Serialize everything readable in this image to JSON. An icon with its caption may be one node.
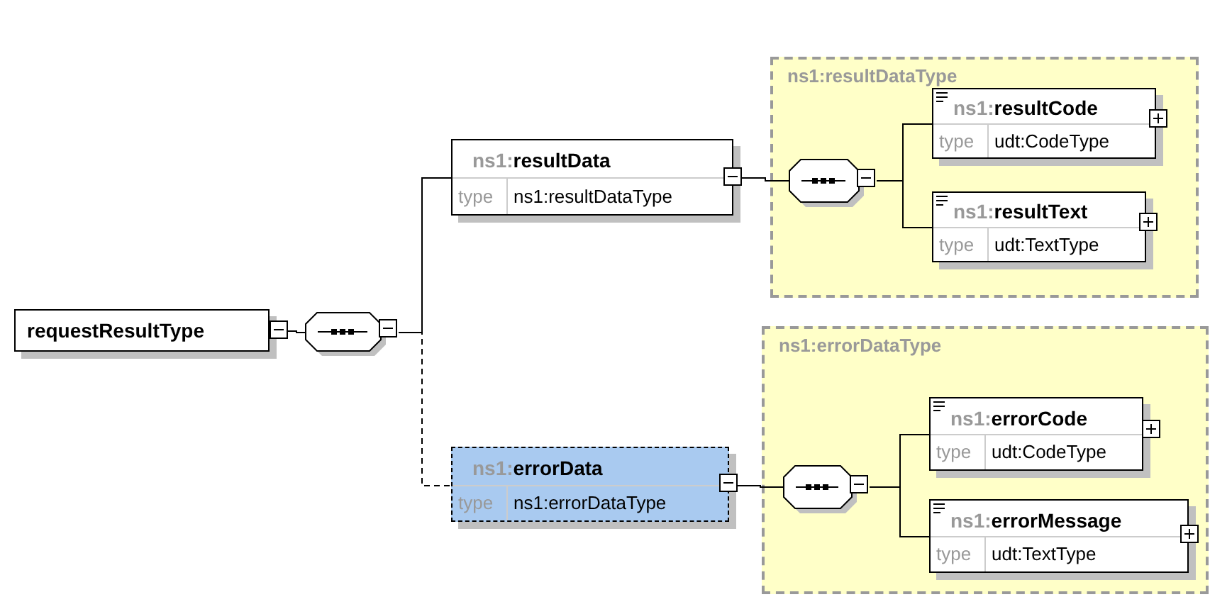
{
  "diagram": {
    "nodes": [
      {
        "text": [
          "requestResultType"
        ]
      },
      {
        "text": [],
        "shape": "octagon"
      },
      {
        "text": [
          "ns1:resultData",
          "type",
          "ns1:resultDataType"
        ]
      },
      {
        "text": [
          "ns1:resultDataType"
        ]
      },
      {
        "text": [],
        "shape": "octagon",
        "in": 3
      },
      {
        "text": [
          "ns1:resultCode",
          "type",
          "udt:CodeType"
        ],
        "in": 3
      },
      {
        "text": [
          "ns1:resultText",
          "type",
          "udt:TextType"
        ],
        "in": 3
      },
      {
        "text": [
          "ns1:errorData",
          "type",
          "ns1:errorDataType"
        ]
      },
      {
        "text": [
          "ns1:errorDataType"
        ]
      },
      {
        "text": [],
        "shape": "octagon",
        "in": 8
      },
      {
        "text": [
          "ns1:errorCode",
          "type",
          "udt:CodeType"
        ],
        "in": 8
      },
      {
        "text": [
          "ns1:errorMessage",
          "type",
          "udt:TextType"
        ],
        "in": 8
      }
    ],
    "edges": [
      {
        "from": 0,
        "to": 1,
        "arrow": "none"
      },
      {
        "from": 1,
        "to": 2,
        "arrow": "none"
      },
      {
        "from": 1,
        "to": 7,
        "arrow": "none",
        "style": "dashed"
      },
      {
        "from": 2,
        "to": 4,
        "arrow": "none"
      },
      {
        "from": 4,
        "to": 5,
        "arrow": "none"
      },
      {
        "from": 4,
        "to": 6,
        "arrow": "none"
      },
      {
        "from": 7,
        "to": 9,
        "arrow": "none"
      },
      {
        "from": 9,
        "to": 10,
        "arrow": "none"
      },
      {
        "from": 9,
        "to": 11,
        "arrow": "none"
      }
    ]
  }
}
